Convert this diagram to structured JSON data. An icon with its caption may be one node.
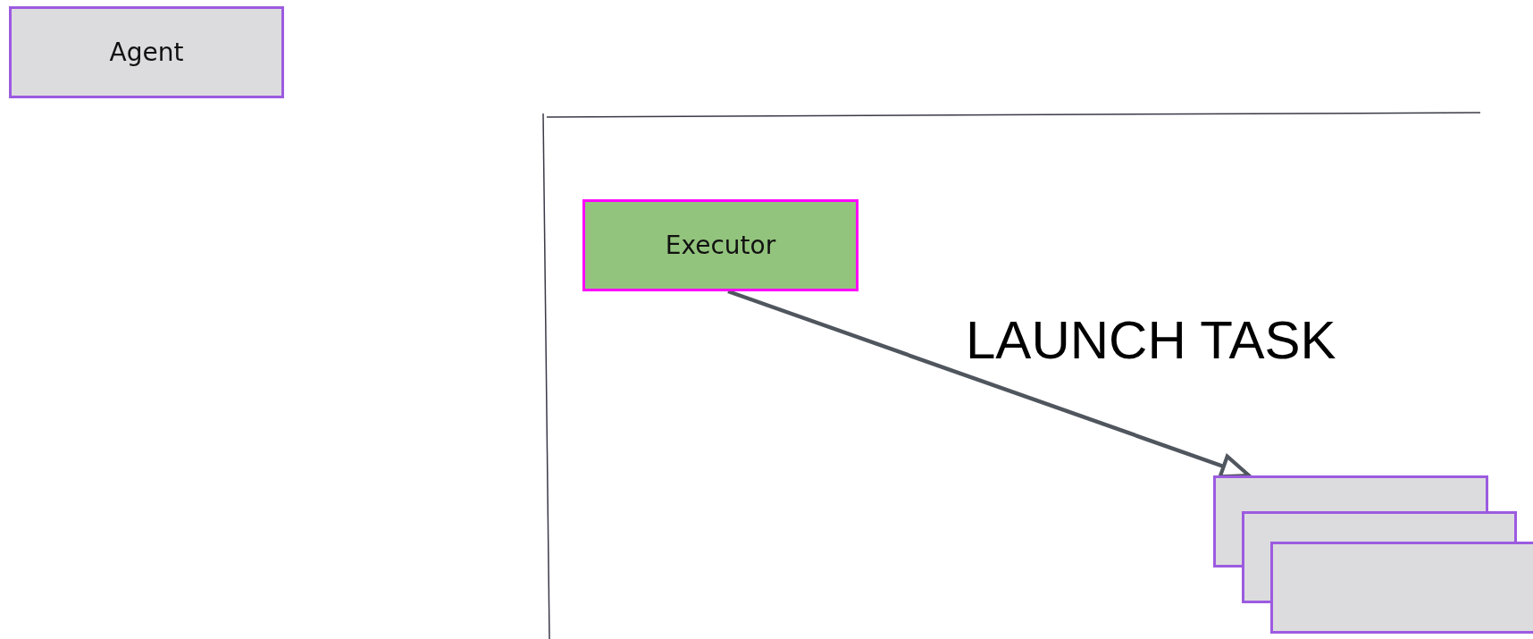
{
  "diagram": {
    "nodes": [
      {
        "text": [
          "Agent"
        ]
      },
      {
        "text": [
          "Executor"
        ]
      },
      {
        "text": [],
        "shape": "box"
      }
    ],
    "edges": [
      {
        "from": 1,
        "to": 2,
        "arrow": "to"
      }
    ],
    "labels": [
      "LAUNCH TASK"
    ]
  }
}
